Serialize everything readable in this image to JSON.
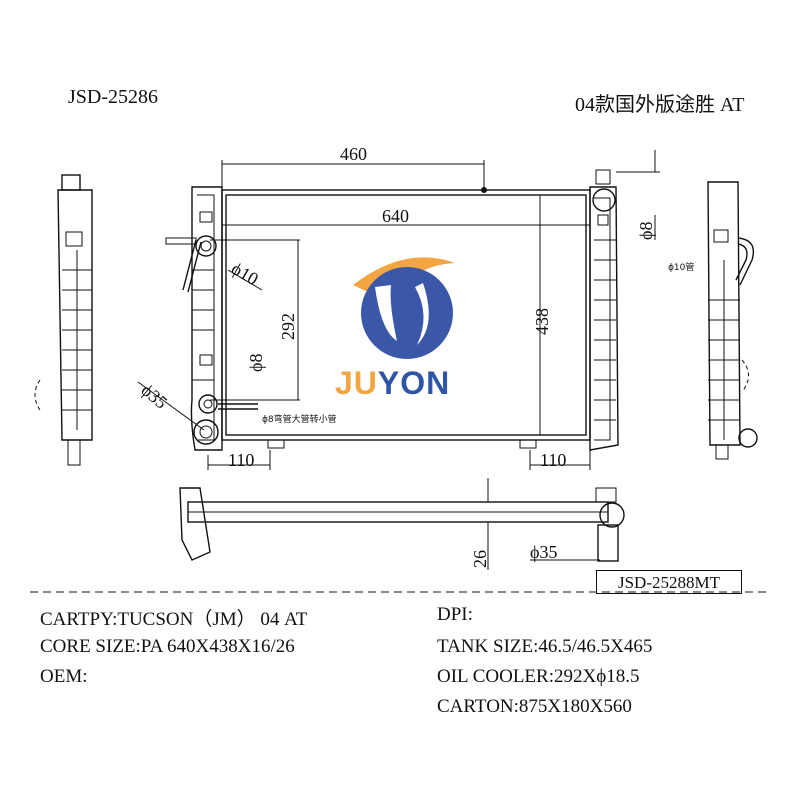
{
  "header": {
    "part_no": "JSD-25286",
    "model_note": "04款国外版途胜 AT"
  },
  "dimensions": {
    "top_460": "460",
    "width_640": "640",
    "height_438": "438",
    "oil_cooler_292": "292",
    "fitting_phi10": "ϕ10",
    "fitting_phi8": "ϕ8",
    "fitting_phi8_right": "ϕ8",
    "inlet_phi35": "ϕ35",
    "bottom_left_110": "110",
    "bottom_right_110": "110",
    "depth_26": "26",
    "outlet_phi35": "ϕ35",
    "pipe_note": "ϕ8弯管大管转小管",
    "side_note": "ϕ10管"
  },
  "ref_box": "JSD-25288MT",
  "brand": {
    "name_ju": "JU",
    "name_yon": "YON",
    "colors": {
      "orange": "#f2a541",
      "blue": "#3b58a8",
      "text_blue": "#2f56a6"
    }
  },
  "specs_left": {
    "cartpy": "CARTPY:TUCSON（JM） 04 AT",
    "core_size": "CORE SIZE:PA 640X438X16/26",
    "oem": "OEM:"
  },
  "specs_right": {
    "dpi": "DPI:",
    "tank_size": "TANK SIZE:46.5/46.5X465",
    "oil_cooler": "OIL COOLER:292Xϕ18.5",
    "carton": "CARTON:875X180X560"
  }
}
